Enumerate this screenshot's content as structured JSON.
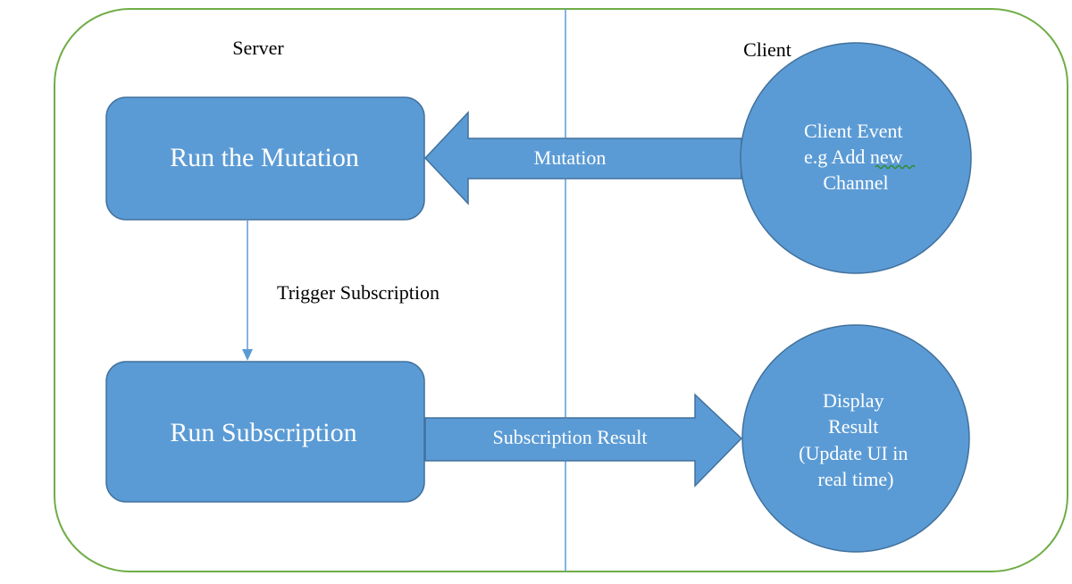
{
  "diagram": {
    "sections": {
      "server": "Server",
      "client": "Client"
    },
    "nodes": {
      "run_mutation": "Run the Mutation",
      "run_subscription": "Run Subscription",
      "client_event": [
        "Client Event",
        "e.g Add new",
        "Channel"
      ],
      "display_result": [
        "Display",
        "Result",
        "(Update UI in",
        "real time)"
      ]
    },
    "edges": {
      "mutation": "Mutation",
      "trigger_subscription": "Trigger Subscription",
      "subscription_result": "Subscription Result"
    },
    "colors": {
      "container_border": "#70ad47",
      "node_fill": "#5b9bd5",
      "node_stroke": "#41719c",
      "divider": "#5b9bd5",
      "connector": "#5b9bd5",
      "text_on_node": "#ffffff",
      "spellcheck_underline": "#2e8b2e"
    }
  }
}
